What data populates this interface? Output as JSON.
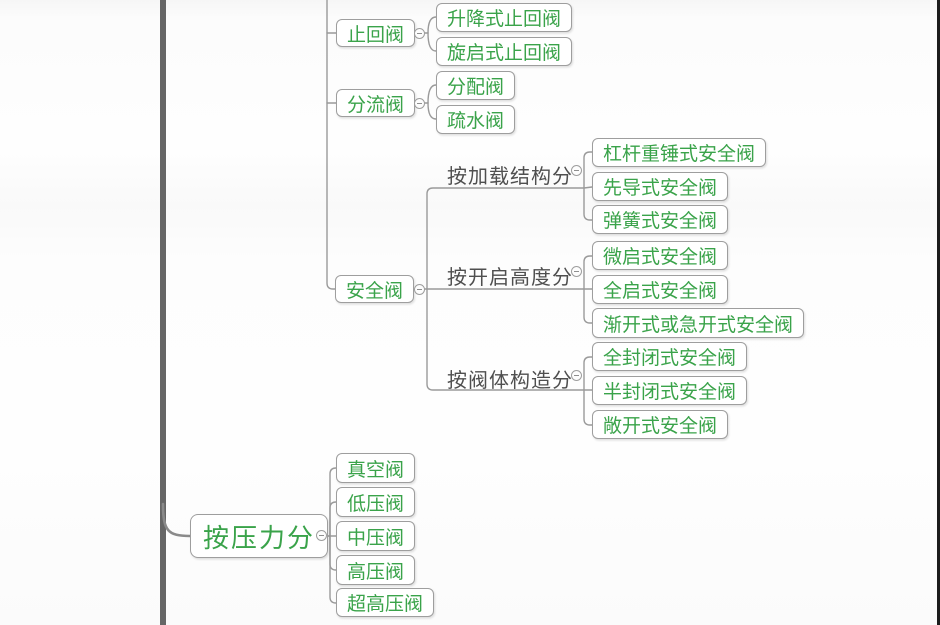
{
  "palette": {
    "node_text": "#3aa34a",
    "label_text": "#4f4f4f",
    "box_border": "#9e9e9e",
    "connector": "#9a9a9a",
    "trunk": "#666666",
    "right_edge_line": "#1c1c1c",
    "background": "#fdfdfd"
  },
  "icons": {
    "toggle": "collapse-minus-circle"
  },
  "map": {
    "branch_check": {
      "label": "止回阀",
      "children": [
        "升降式止回阀",
        "旋启式止回阀"
      ]
    },
    "branch_divert": {
      "label": "分流阀",
      "children": [
        "分配阀",
        "疏水阀"
      ]
    },
    "branch_safety": {
      "label": "安全阀",
      "groups": [
        {
          "label": "按加载结构分",
          "children": [
            "杠杆重锤式安全阀",
            "先导式安全阀",
            "弹簧式安全阀"
          ]
        },
        {
          "label": "按开启高度分",
          "children": [
            "微启式安全阀",
            "全启式安全阀",
            "渐开式或急开式安全阀"
          ]
        },
        {
          "label": "按阀体构造分",
          "children": [
            "全封闭式安全阀",
            "半封闭式安全阀",
            "敞开式安全阀"
          ]
        }
      ]
    },
    "branch_pressure": {
      "label": "按压力分",
      "children": [
        "真空阀",
        "低压阀",
        "中压阀",
        "高压阀",
        "超高压阀"
      ]
    }
  }
}
